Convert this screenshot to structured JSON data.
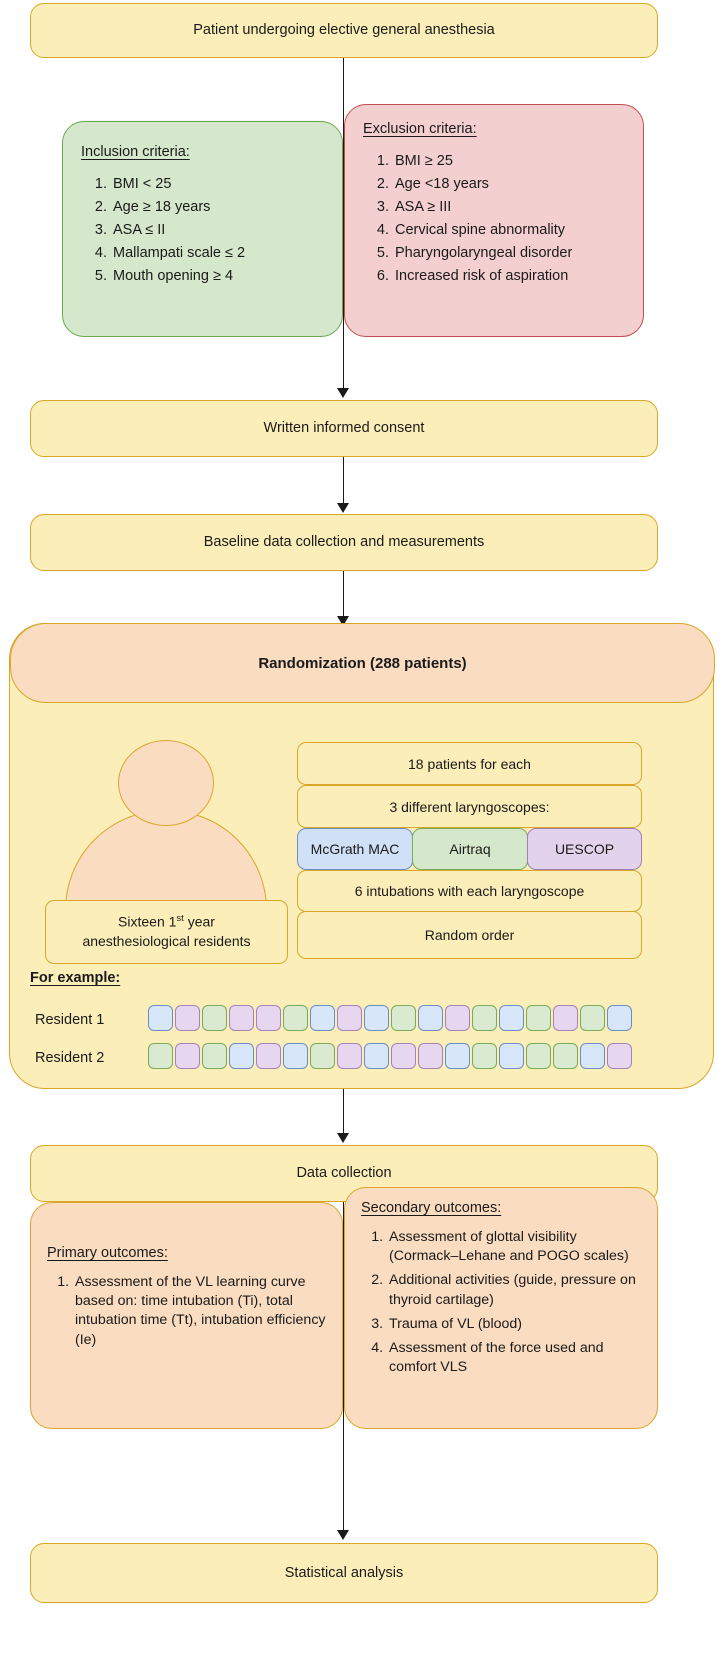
{
  "flow": {
    "top_box": "Patient undergoing elective general anesthesia",
    "consent_box": "Written informed consent",
    "baseline_box": "Baseline data collection and measurements",
    "data_collection_box": "Data collection",
    "statistical_analysis_box": "Statistical analysis"
  },
  "inclusion": {
    "title": "Inclusion criteria:",
    "items": [
      "BMI < 25",
      "Age ≥ 18 years",
      "ASA ≤ II",
      "Mallampati scale ≤ 2",
      "Mouth opening ≥ 4"
    ]
  },
  "exclusion": {
    "title": "Exclusion criteria:",
    "items": [
      "BMI ≥ 25",
      "Age <18 years",
      "ASA ≥ III",
      "Cervical spine abnormality",
      "Pharyngolaryngeal disorder",
      "Increased risk of aspiration"
    ]
  },
  "randomization": {
    "header": "Randomization (288 patients)",
    "residents_line1": "Sixteen 1",
    "residents_sup": "st",
    "residents_line1_tail": " year",
    "residents_line2": "anesthesiological residents",
    "patients_each": "18 patients for each",
    "laryngoscopes_label": "3 different laryngoscopes:",
    "laryngoscopes": [
      {
        "name": "McGrath MAC",
        "color": "#cfe0f7"
      },
      {
        "name": "Airtraq",
        "color": "#d6e8cb"
      },
      {
        "name": "UESCOP",
        "color": "#e3d2ec"
      }
    ],
    "intubations": "6 intubations with each laryngoscope",
    "random_order": "Random order",
    "for_example": "For example:",
    "resident1_label": "Resident 1",
    "resident2_label": "Resident 2",
    "resident1_sequence": [
      "b",
      "p",
      "g",
      "p",
      "p",
      "g",
      "b",
      "p",
      "b",
      "g",
      "b",
      "p",
      "g",
      "b",
      "g",
      "p",
      "g",
      "b"
    ],
    "resident2_sequence": [
      "g",
      "p",
      "g",
      "b",
      "p",
      "b",
      "g",
      "p",
      "b",
      "p",
      "p",
      "b",
      "g",
      "b",
      "g",
      "g",
      "b",
      "p"
    ]
  },
  "primary_outcomes": {
    "title": "Primary outcomes:",
    "items": [
      "Assessment of the VL learning curve based on: time intubation (Ti), total intubation time (Tt), intubation efficiency (Ie)"
    ]
  },
  "secondary_outcomes": {
    "title": "Secondary outcomes:",
    "items": [
      "Assessment of glottal visibility (Cormack–Lehane and POGO scales)",
      "Additional activities (guide, pressure on thyroid cartilage)",
      "Trauma of VL (blood)",
      "Assessment of the force used and comfort VLS"
    ]
  },
  "colors": {
    "yellow_fill": "#fbeeb9",
    "yellow_border": "#d9a62a",
    "orange_fill": "#fadcc0",
    "green_fill": "#d6e8cb",
    "green_border": "#69a84f",
    "red_fill": "#f4cfcf",
    "red_border": "#c0504d",
    "blue_chip": "#cfe0f7",
    "purple_chip": "#e3d2ec",
    "arrow": "#1a1a1a"
  }
}
